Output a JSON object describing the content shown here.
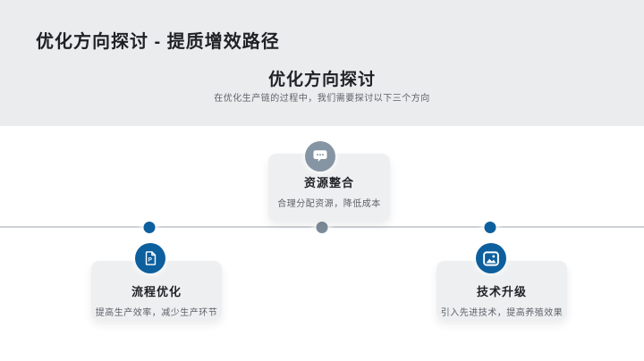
{
  "slide": {
    "page_title": "优化方向探讨 - 提质增效路径",
    "section_heading": "优化方向探讨",
    "section_subheading": "在优化生产链的过程中，我们需要探讨以下三个方向"
  },
  "timeline": {
    "nodes": [
      {
        "id": "process-optimization",
        "title": "流程优化",
        "desc": "提高生产效率，减少生产环节",
        "icon": "document-icon",
        "placement": "below-line",
        "accent_color": "#0d5f9e"
      },
      {
        "id": "resource-integration",
        "title": "资源整合",
        "desc": "合理分配资源，降低成本",
        "icon": "chat-icon",
        "placement": "above-line",
        "accent_color": "#8695a3"
      },
      {
        "id": "technology-upgrade",
        "title": "技术升级",
        "desc": "引入先进技术，提高养殖效果",
        "icon": "image-icon",
        "placement": "below-line",
        "accent_color": "#0d5f9e"
      }
    ]
  },
  "colors": {
    "header_band": "#eaecee",
    "background": "#ffffff",
    "card_background": "#edeff0",
    "timeline_line": "#cdd1d5",
    "blue_accent": "#0d5f9e",
    "gray_accent": "#8695a3",
    "title_text": "#1f2124",
    "muted_text": "#5d6268"
  }
}
